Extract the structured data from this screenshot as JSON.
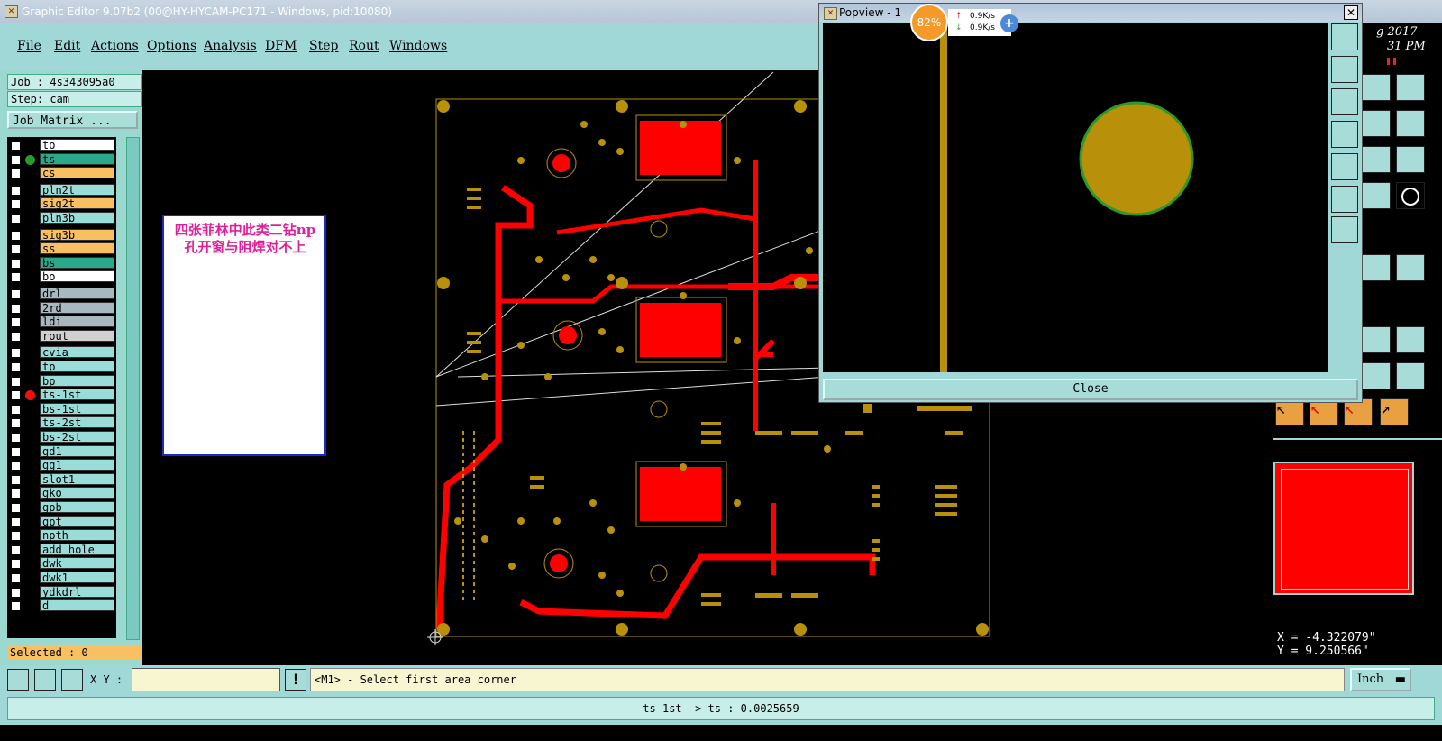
{
  "window": {
    "title": "Graphic Editor 9.07b2 (00@HY-HYCAM-PC171 - Windows, pid:10080)"
  },
  "menu": [
    "File",
    "Edit",
    "Actions",
    "Options",
    "Analysis",
    "DFM",
    "Step",
    "Rout",
    "Windows"
  ],
  "job": {
    "job_label": "Job : 4s343095a0",
    "step_label": "Step: cam",
    "matrix_button": "Job Matrix ..."
  },
  "layers": [
    {
      "name": "to",
      "color": "#ffffff"
    },
    {
      "name": "ts",
      "color": "#2aa88a",
      "dot": "#2a9a2a"
    },
    {
      "name": "cs",
      "color": "#f8c060"
    },
    {
      "name": "pln2t",
      "color": "#9adcd8"
    },
    {
      "name": "sig2t",
      "color": "#f8c060"
    },
    {
      "name": "pln3b",
      "color": "#9adcd8"
    },
    {
      "name": "sig3b",
      "color": "#f8c060"
    },
    {
      "name": "ss",
      "color": "#f8c060"
    },
    {
      "name": "bs",
      "color": "#2aa88a"
    },
    {
      "name": "bo",
      "color": "#ffffff"
    },
    {
      "name": "drl",
      "color": "#a8b8c0"
    },
    {
      "name": "2rd",
      "color": "#a8b8c0"
    },
    {
      "name": "ldi",
      "color": "#a8b8c0"
    },
    {
      "name": "rout",
      "color": "#d0d0d0"
    },
    {
      "name": "cvia",
      "color": "#9adcd8"
    },
    {
      "name": "tp",
      "color": "#9adcd8"
    },
    {
      "name": "bp",
      "color": "#9adcd8"
    },
    {
      "name": "ts-1st",
      "color": "#9adcd8",
      "dot": "#ee1010"
    },
    {
      "name": "bs-1st",
      "color": "#9adcd8"
    },
    {
      "name": "ts-2st",
      "color": "#9adcd8"
    },
    {
      "name": "bs-2st",
      "color": "#9adcd8"
    },
    {
      "name": "gd1",
      "color": "#9adcd8"
    },
    {
      "name": "gg1",
      "color": "#9adcd8"
    },
    {
      "name": "slot1",
      "color": "#9adcd8"
    },
    {
      "name": "gko",
      "color": "#9adcd8"
    },
    {
      "name": "gpb",
      "color": "#9adcd8"
    },
    {
      "name": "gpt",
      "color": "#9adcd8"
    },
    {
      "name": "npth",
      "color": "#9adcd8"
    },
    {
      "name": "add_hole",
      "color": "#9adcd8"
    },
    {
      "name": "dwk",
      "color": "#9adcd8"
    },
    {
      "name": "dwk1",
      "color": "#9adcd8"
    },
    {
      "name": "ydkdrl",
      "color": "#9adcd8"
    },
    {
      "name": "d",
      "color": "#9adcd8"
    }
  ],
  "selected": "Selected : 0",
  "annotation": "四张菲林中此类二钻np孔开窗与阻焊对不上",
  "popview": {
    "title": "Popview - 1",
    "close_label": "Close"
  },
  "net_widget": {
    "percent": "82%",
    "up": "0.9K/s",
    "down": "0.9K/s"
  },
  "right_clock": {
    "line1": "g 2017",
    "line2": "31 PM"
  },
  "coords": {
    "x": "X = -4.322079\"",
    "y": "Y = 9.250566\""
  },
  "command": {
    "xy_label": "X Y :",
    "xy_value": "",
    "prompt": "<M1> - Select first area corner",
    "unit": "Inch"
  },
  "status": "ts-1st -> ts : 0.0025659",
  "colors": {
    "panel": "#a0d8d8",
    "copper": "#b8900a",
    "mask": "#ff0000"
  }
}
